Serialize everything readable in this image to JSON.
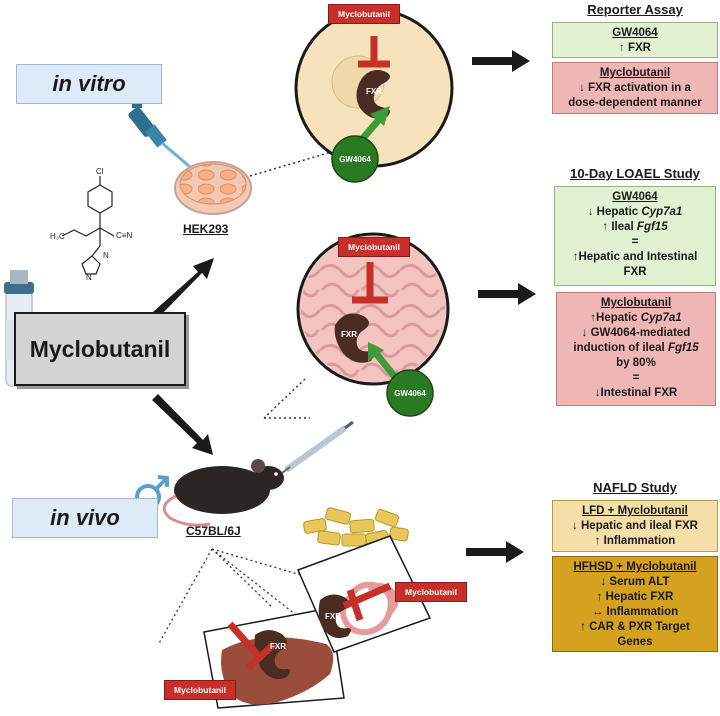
{
  "labels": {
    "in_vitro": "in vitro",
    "in_vivo": "in vivo",
    "myclobutanil": "Myclobutanil",
    "hek293": "HEK293",
    "mouse_strain": "C57BL/6J",
    "chem_h3c": "H₃C",
    "chem_cl": "Cl",
    "chem_cn": "C≡N",
    "chem_n": "N"
  },
  "tags": {
    "myclobutanil_tag": "Myclobutanil",
    "gw4064_tag": "GW4064",
    "fxr_tag": "FXR"
  },
  "reporter": {
    "heading": "Reporter Assay",
    "gw_title": "GW4064",
    "gw_line": "↑ FXR",
    "my_title": "Myclobutanil",
    "my_line1": "↓ FXR activation in a",
    "my_line2": "dose-dependent manner"
  },
  "loael": {
    "heading": "10-Day LOAEL Study",
    "gw_title": "GW4064",
    "gw_l1a": "↓ Hepatic ",
    "gw_l1b": "Cyp7a1",
    "gw_l2a": "↑ Ileal ",
    "gw_l2b": "Fgf15",
    "gw_eq": "=",
    "gw_l3": "↑Hepatic and Intestinal",
    "gw_l4": "FXR",
    "my_title": "Myclobutanil",
    "my_l1a": "↑Hepatic ",
    "my_l1b": "Cyp7a1",
    "my_l2": "↓ GW4064-mediated",
    "my_l3": "induction of ileal ",
    "my_l3b": "Fgf15",
    "my_l4": "by 80%",
    "my_eq": "=",
    "my_l5": "↓Intestinal FXR"
  },
  "nafld": {
    "heading": "NAFLD Study",
    "lfd_title": "LFD + Myclobutanil",
    "lfd_l1": "↓ Hepatic and ileal FXR",
    "lfd_l2": "↑ Inflammation",
    "hf_title": "HFHSD + Myclobutanil",
    "hf_l1": "↓ Serum ALT",
    "hf_l2": "↑ Hepatic FXR",
    "hf_l3": "↔ Inflammation",
    "hf_l4": "↑ CAR & PXR Target",
    "hf_l5": "Genes"
  },
  "colors": {
    "in_label_bg": "#dfeaf8",
    "green_box": "#e3f1d3",
    "red_box": "#eeb7b5",
    "tan_box": "#f4dfa8",
    "gold_box": "#d4a21e",
    "inhibit_red": "#c7302a",
    "activate_green": "#3f9a3a"
  }
}
